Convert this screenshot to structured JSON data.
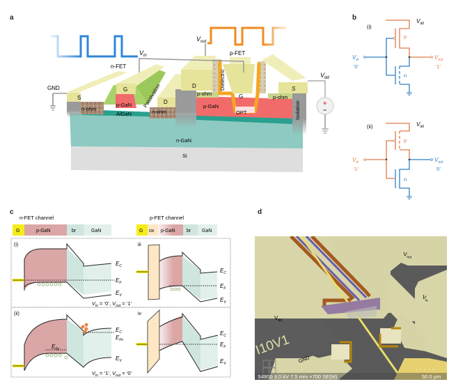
{
  "panels": {
    "a": {
      "letter": "a",
      "labels": {
        "vin": "V",
        "vin_sub": "in",
        "vout": "V",
        "vout_sub": "out",
        "vdd": "V",
        "vdd_sub": "dd",
        "gnd": "GND",
        "nfet": "n-FET",
        "pfet": "p-FET",
        "s_left": "S",
        "g_n": "G",
        "d_n": "D",
        "d_p": "D",
        "g_p": "G",
        "s_right": "S",
        "n_ohm_left": "n-ohm",
        "n_ohm_right": "n-ohm",
        "p_gan_n": "p-GaN",
        "algan": "AlGaN",
        "passivation": "Passivation",
        "dielectric": "Dielectric",
        "p_ohm_left": "p-ohm",
        "p_ohm_right": "p-ohm",
        "p_gan_p": "p-GaN",
        "opt": "OPT",
        "isolation": "Isolation",
        "n_gan": "n-GaN",
        "si": "Si",
        "plus": "+",
        "minus": "−"
      },
      "colors": {
        "vin_wave": "#2f86d6",
        "vout_wave": "#f08a1e",
        "metal": "#e8e6a0",
        "p_gan": "#f26b6b",
        "n_gan": "#8fcdc3",
        "algan": "#2aa08f",
        "si": "#dcdcdc",
        "passivation": "#a9d36a",
        "dielectric": "#f5a623",
        "isolation": "#9a9a9a"
      }
    },
    "b": {
      "letter": "b",
      "circuits": [
        {
          "tag": "(i)",
          "vdd": "V",
          "vdd_sub": "dd",
          "vin": "V",
          "vin_sub": "in",
          "vin_state": "‘0’",
          "vout": "V",
          "vout_sub": "out",
          "vout_state": "‘1’",
          "p_label": "p",
          "n_label": "n"
        },
        {
          "tag": "(ii)",
          "vdd": "V",
          "vdd_sub": "dd",
          "vin": "V",
          "vin_sub": "in",
          "vin_state": "‘1’",
          "vout": "V",
          "vout_sub": "out",
          "vout_state": "‘0’",
          "p_label": "p",
          "n_label": "n"
        }
      ],
      "colors": {
        "on": "#2f7fc4",
        "off": "#e0703a"
      }
    },
    "c": {
      "letter": "c",
      "nfet_title": "n-FET channel",
      "pfet_title": "p-FET channel",
      "nfet_layers": [
        "G",
        "p-GaN",
        "br",
        "GaN"
      ],
      "pfet_layers": [
        "G",
        "ox",
        "p-GaN",
        "br",
        "GaN"
      ],
      "subpanels": {
        "i": {
          "tag": "(i)",
          "ec": "E",
          "ec_sub": "C",
          "ef": "E",
          "ef_sub": "F",
          "ev": "E",
          "ev_sub": "V"
        },
        "ii": {
          "tag": "(ii)",
          "ec": "E",
          "ec_sub": "C",
          "efn": "E",
          "efn_sub": "Fn",
          "efp": "E",
          "efp_sub": "Fp",
          "ev": "E",
          "ev_sub": "V"
        },
        "iii": {
          "tag": "iii",
          "ec": "E",
          "ec_sub": "C",
          "ef": "E",
          "ef_sub": "F",
          "ev": "E",
          "ev_sub": "V"
        },
        "iv": {
          "tag": "iv",
          "ec": "E",
          "ec_sub": "C",
          "ef": "E",
          "ef_sub": "F",
          "ev": "E",
          "ev_sub": "V"
        }
      },
      "state_top": {
        "vin": "V",
        "vin_sub": "in",
        "vin_val": " = ‘0’, ",
        "vout": "V",
        "vout_sub": "out",
        "vout_val": " = ‘1’"
      },
      "state_bottom": {
        "vin": "V",
        "vin_sub": "in",
        "vin_val": " = ‘1’, ",
        "vout": "V",
        "vout_sub": "out",
        "vout_val": " = ‘0’"
      },
      "colors": {
        "gate": "#f5ec1a",
        "p_gan": "#dba6a6",
        "br": "#cfe6de",
        "gan": "#e2f0ec",
        "ox": "#fde7c4"
      }
    },
    "d": {
      "letter": "d",
      "labels": {
        "vout": "V",
        "vout_sub": "out",
        "vin": "V",
        "vin_sub": "in",
        "vdd": "V",
        "vdd_sub": "dd",
        "gnd": "GND",
        "chip_id": "I10V1"
      },
      "sem_info": "S4800 3.0 kV 7.5 mm ×700 SE(M)",
      "scale_bar": "50.0 µm"
    }
  }
}
